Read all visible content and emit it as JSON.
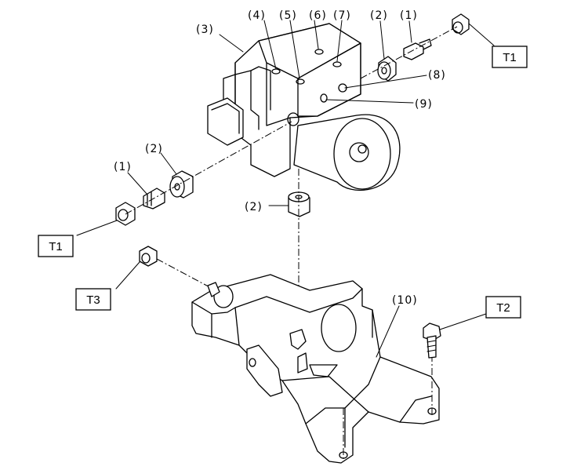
{
  "callouts": {
    "c1_top": "(1)",
    "c2_top": "(2)",
    "c3": "(3)",
    "c4": "(4)",
    "c5": "(5)",
    "c6": "(6)",
    "c7": "(7)",
    "c8": "(8)",
    "c9": "(9)",
    "c10": "(10)",
    "c1_left": "(1)",
    "c2_left": "(2)",
    "c2_mid": "(2)"
  },
  "torque_labels": {
    "t1_top": "T1",
    "t1_left": "T1",
    "t2": "T2",
    "t3": "T3"
  }
}
